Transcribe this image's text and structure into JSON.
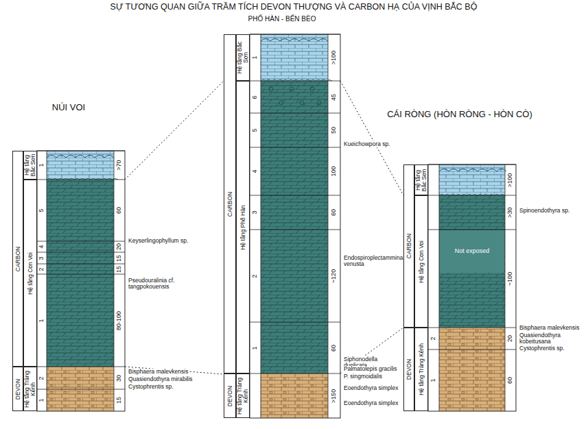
{
  "diagram": {
    "title": "SỰ TƯƠNG QUAN GIỮA TRẦM TÍCH DEVON THƯỢNG VÀ CARBON HẠ CỦA VỊNH BẮC BỘ",
    "nodes": [
      {
        "text": [
          "CARBON"
        ]
      },
      {
        "text": [
          "DEVON"
        ]
      },
      {
        "text": [
          "Hệ tầng Bắc Sơn"
        ]
      },
      {
        "text": [
          "Hệ tầng Con Voi"
        ]
      },
      {
        "text": [
          "Hệ tầng Tràng Kênh"
        ]
      },
      {
        "text": [
          "CARBON"
        ]
      },
      {
        "text": [
          "DEVON"
        ]
      },
      {
        "text": [
          "Hệ tầng Bắc Sơn"
        ]
      },
      {
        "text": [
          "Hệ tầng Phố Hàn"
        ]
      },
      {
        "text": [
          "Hệ tầng Tràng Kênh"
        ]
      },
      {
        "text": [
          "CARBON"
        ]
      },
      {
        "text": [
          "DEVON"
        ]
      },
      {
        "text": [
          "Hệ tầng Bắc Sơn"
        ]
      },
      {
        "text": [
          "Hệ tầng Con Voi"
        ]
      },
      {
        "text": [
          "Hệ tầng Tràng Kênh"
        ]
      }
    ],
    "labels": [
      "PHỐ HÀN - BẾN BÈO",
      "NÚI VOI",
      "CÁI RÒNG (HÒN RÒNG - HÒN CÒ)",
      "1",
      ">70",
      "5",
      "60",
      "4",
      "20",
      "3",
      "15",
      "2",
      "15",
      "1",
      "80-100",
      "2",
      "30",
      "1",
      "15",
      "Keyserlingophyllum sp.",
      "Pseudouralinia cf. tangpokouensis",
      "Bisphaera malevkensis",
      "Quasiendothyra mirabilis",
      "Cystophrentis sp.",
      "1",
      ">100",
      "6",
      "45",
      "5",
      "50",
      "4",
      "100",
      "3",
      "60",
      "2",
      "~120",
      "1",
      "60",
      ">150",
      "Kueichowpora sp.",
      "Endospiroplectammina venusta",
      "Siphonodella duplicata",
      "Palmatolepis gracilis",
      "P. singmoidalis",
      "Eoendothyra simplex",
      "Eoendothyra simplex",
      ">100",
      ">30",
      "Not exposed",
      "~100",
      "2",
      "20",
      "1",
      "60",
      "Spinoendothyra sp.",
      "Bisphaera malevkensis",
      "Quasiendothyra kobeitusana",
      "Cystophrentis sp."
    ]
  }
}
